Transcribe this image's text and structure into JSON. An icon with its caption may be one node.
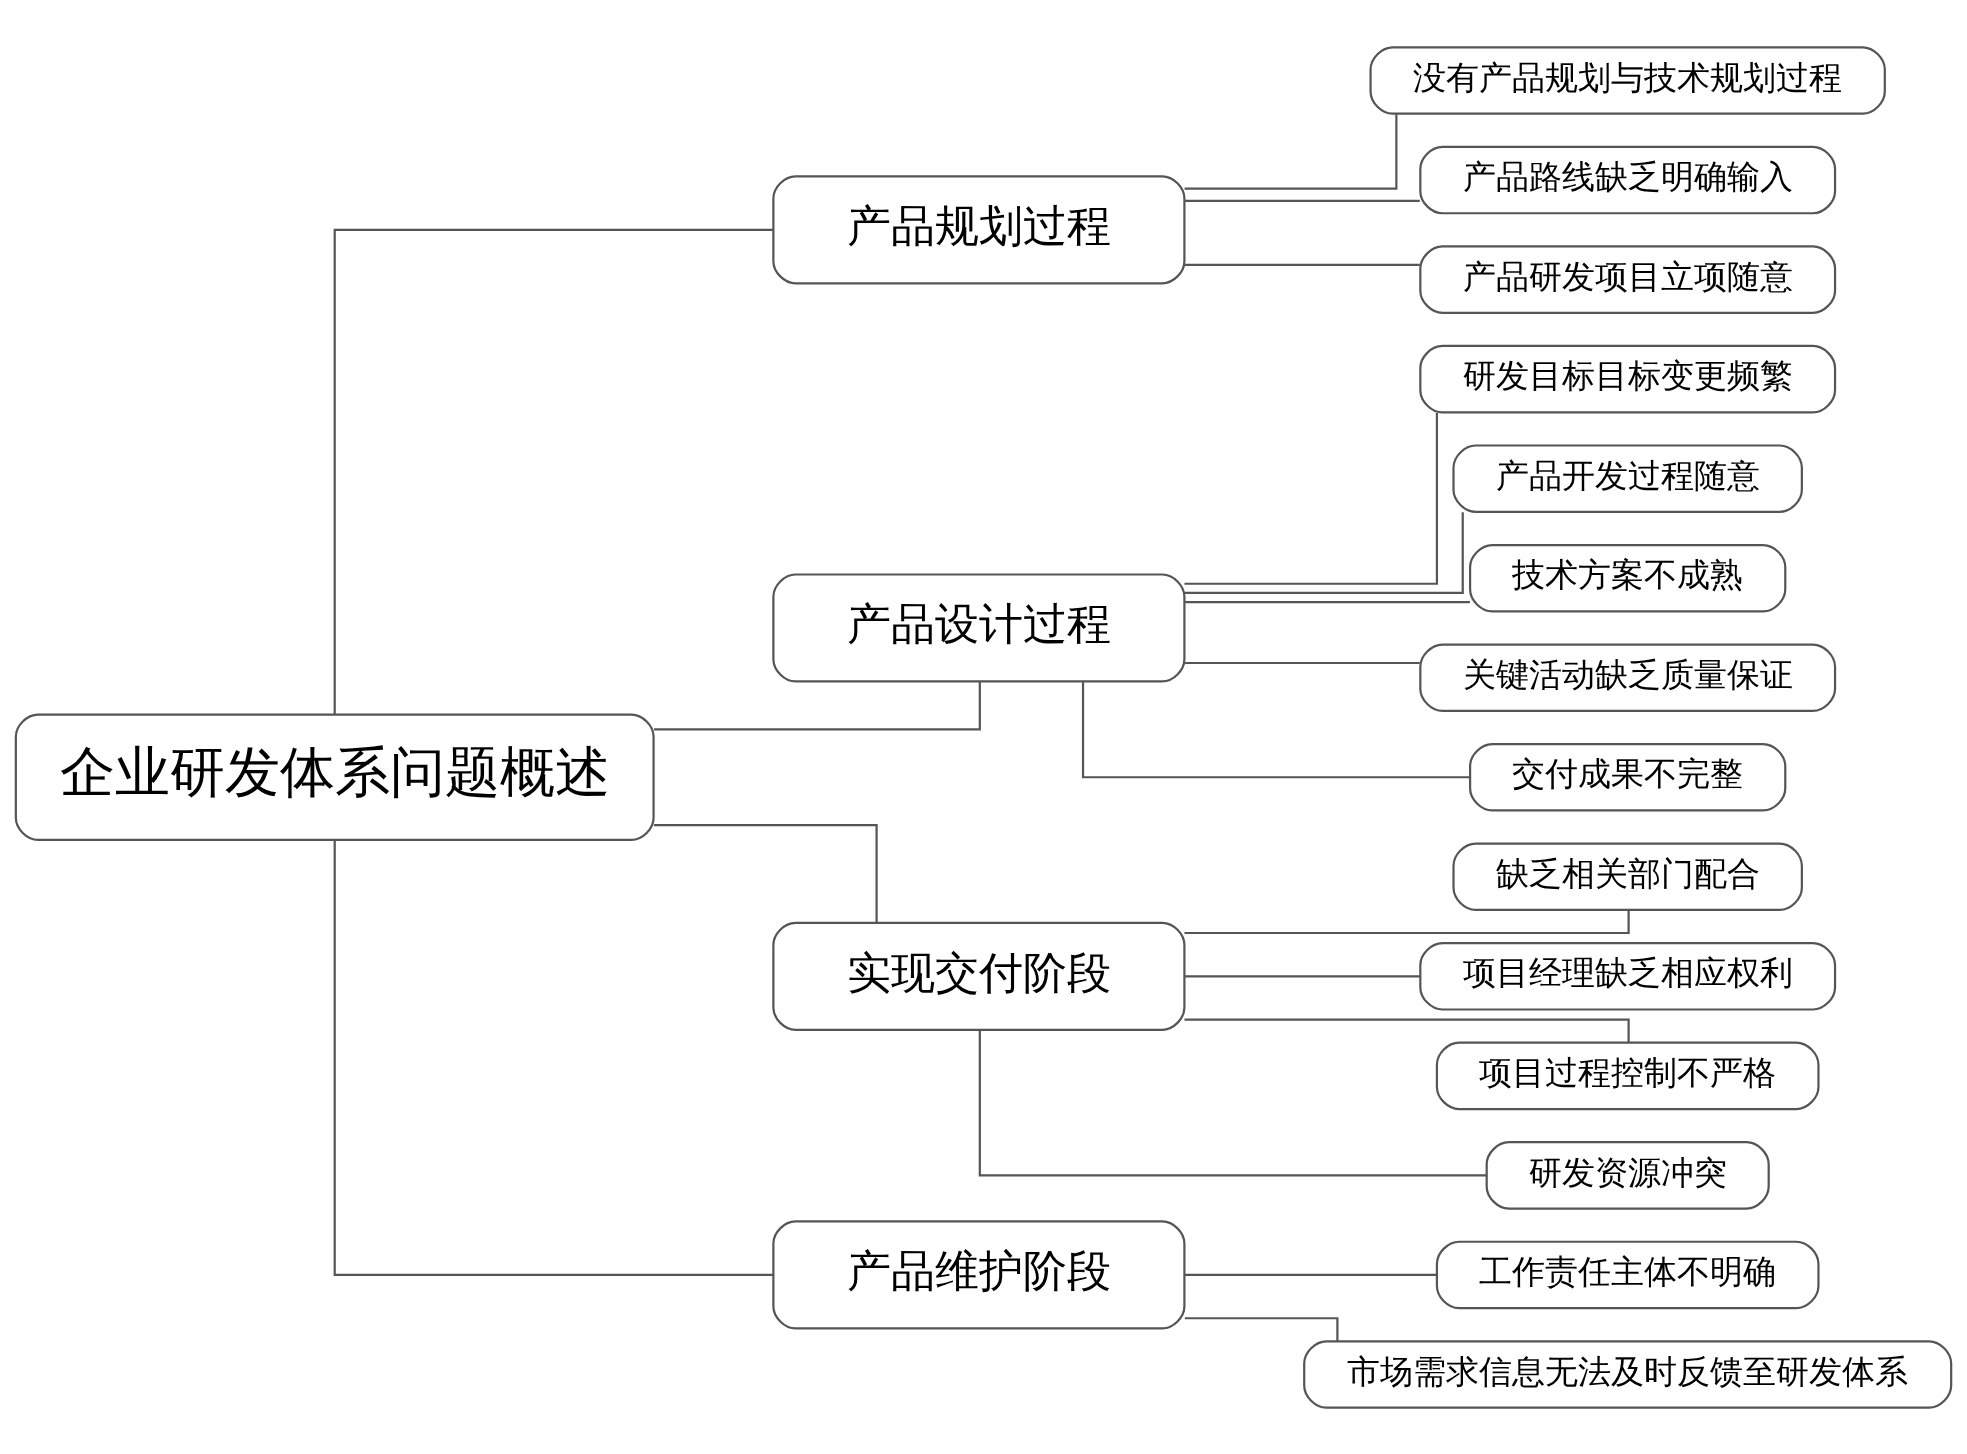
{
  "diagram": {
    "nodes": [
      {
        "text": [
          "企业研发体系问题概述"
        ]
      },
      {
        "text": [
          "产品规划过程"
        ]
      },
      {
        "text": [
          "没有产品规划与技术规划过程"
        ]
      },
      {
        "text": [
          "产品路线缺乏明确输入"
        ]
      },
      {
        "text": [
          "产品研发项目立项随意"
        ]
      },
      {
        "text": [
          "产品设计过程"
        ]
      },
      {
        "text": [
          "研发目标目标变更频繁"
        ]
      },
      {
        "text": [
          "产品开发过程随意"
        ]
      },
      {
        "text": [
          "技术方案不成熟"
        ]
      },
      {
        "text": [
          "关键活动缺乏质量保证"
        ]
      },
      {
        "text": [
          "交付成果不完整"
        ]
      },
      {
        "text": [
          "实现交付阶段"
        ]
      },
      {
        "text": [
          "缺乏相关部门配合"
        ]
      },
      {
        "text": [
          "项目经理缺乏相应权利"
        ]
      },
      {
        "text": [
          "项目过程控制不严格"
        ]
      },
      {
        "text": [
          "研发资源冲突"
        ]
      },
      {
        "text": [
          "产品维护阶段"
        ]
      },
      {
        "text": [
          "工作责任主体不明确"
        ]
      },
      {
        "text": [
          "市场需求信息无法及时反馈至研发体系"
        ]
      }
    ],
    "edges": [
      {
        "from": 0,
        "to": 1,
        "arrow": "none"
      },
      {
        "from": 0,
        "to": 5,
        "arrow": "none"
      },
      {
        "from": 0,
        "to": 11,
        "arrow": "none"
      },
      {
        "from": 0,
        "to": 16,
        "arrow": "none"
      },
      {
        "from": 1,
        "to": 2,
        "arrow": "none"
      },
      {
        "from": 1,
        "to": 3,
        "arrow": "none"
      },
      {
        "from": 1,
        "to": 4,
        "arrow": "none"
      },
      {
        "from": 5,
        "to": 6,
        "arrow": "none"
      },
      {
        "from": 5,
        "to": 7,
        "arrow": "none"
      },
      {
        "from": 5,
        "to": 8,
        "arrow": "none"
      },
      {
        "from": 5,
        "to": 9,
        "arrow": "none"
      },
      {
        "from": 5,
        "to": 10,
        "arrow": "none"
      },
      {
        "from": 11,
        "to": 12,
        "arrow": "none"
      },
      {
        "from": 11,
        "to": 13,
        "arrow": "none"
      },
      {
        "from": 11,
        "to": 14,
        "arrow": "none"
      },
      {
        "from": 11,
        "to": 15,
        "arrow": "none"
      },
      {
        "from": 16,
        "to": 17,
        "arrow": "none"
      },
      {
        "from": 16,
        "to": 18,
        "arrow": "none"
      }
    ]
  }
}
